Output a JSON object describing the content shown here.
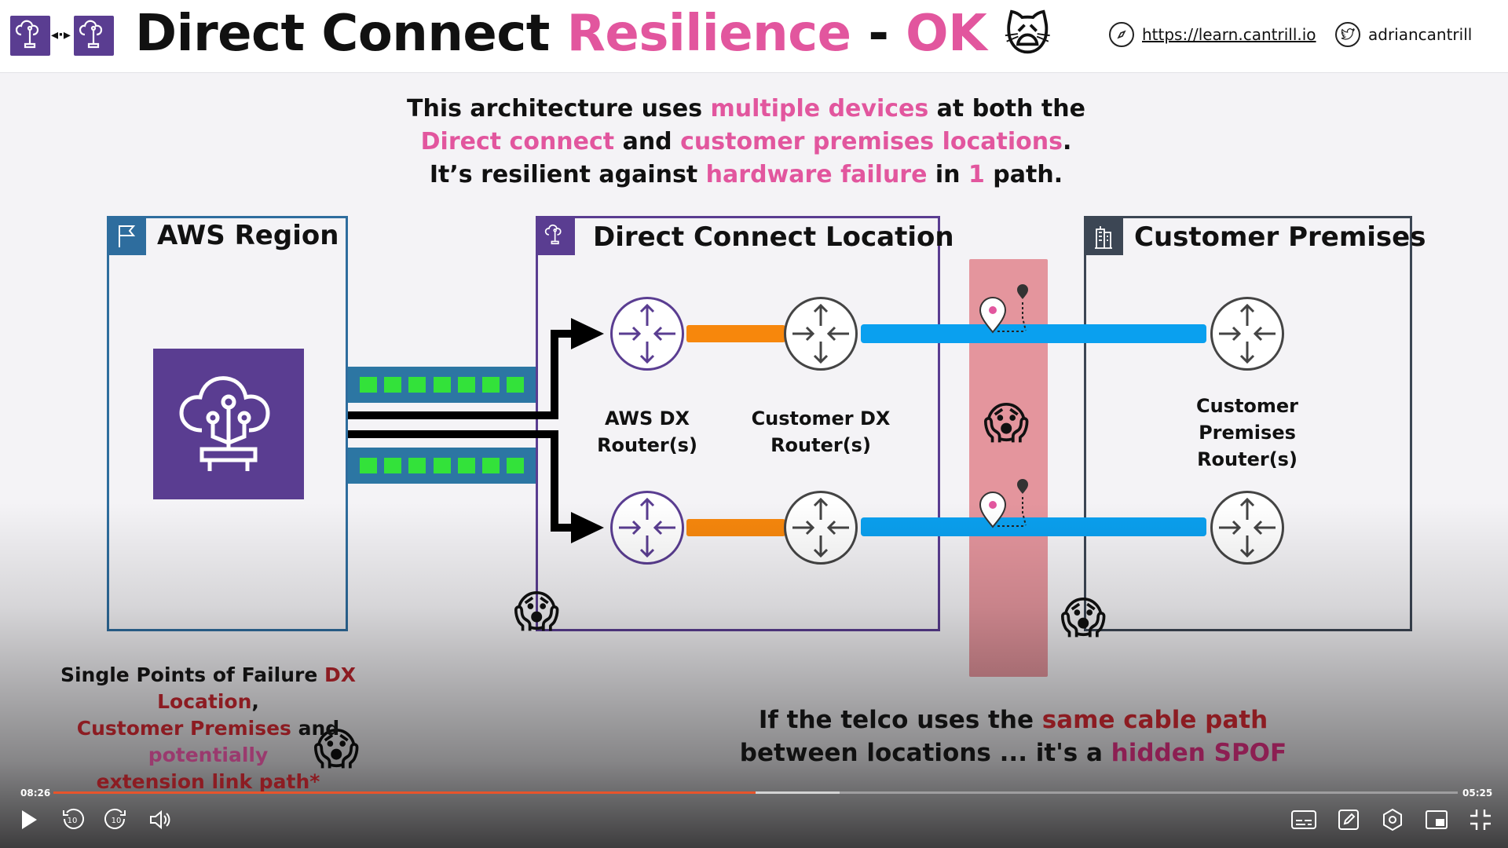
{
  "header": {
    "title_part1": "Direct Connect ",
    "title_part2": "Resilience",
    "title_part3": " - ",
    "title_part4": "OK",
    "title_emoji": "🙀",
    "link_url": "https://learn.cantrill.io",
    "twitter_handle": "adriancantrill"
  },
  "intro": {
    "l1a": "This architecture uses ",
    "l1b": "multiple devices",
    "l1c": " at both the",
    "l2a": "Direct connect",
    "l2b": " and ",
    "l2c": "customer premises locations",
    "l2d": ".",
    "l3a": "It’s resilient against ",
    "l3b": "hardware failure",
    "l3c": " in ",
    "l3d": "1",
    "l3e": " path."
  },
  "diagram": {
    "aws_region_title": "AWS Region",
    "dx_location_title": "Direct Connect Location",
    "customer_premises_title": "Customer Premises",
    "aws_dx_router_label_1": "AWS DX",
    "aws_dx_router_label_2": "Router(s)",
    "customer_dx_router_label_1": "Customer DX",
    "customer_dx_router_label_2": "Router(s)",
    "premises_router_label_1": "Customer",
    "premises_router_label_2": "Premises",
    "premises_router_label_3": "Router(s)",
    "scream_emoji": "😱",
    "colors": {
      "aws_region": "#2e6d9e",
      "dx_location": "#5a3d91",
      "customer_premises": "#3c4654",
      "link_orange": "#f7870c",
      "link_blue": "#0aa0ef",
      "telco_band": "#e4959d"
    }
  },
  "spof": {
    "a": "Single Points of Failure ",
    "b": "DX Location",
    "c": ",",
    "d": "Customer Premises",
    "e": " and ",
    "f": "potentially",
    "g": "extension link path*"
  },
  "telco": {
    "a": "If the telco uses the ",
    "b": "same cable path",
    "c": "between locations ... it's a ",
    "d": "hidden SPOF"
  },
  "player": {
    "current_time": "08:26",
    "duration": "05:25",
    "played_fraction": 0.5,
    "buffered_fraction": 0.56,
    "icons": [
      "play-icon",
      "rewind-10-icon",
      "forward-10-icon",
      "volume-icon",
      "captions-icon",
      "notes-icon",
      "settings-icon",
      "picture-in-picture-icon",
      "exit-fullscreen-icon"
    ]
  }
}
